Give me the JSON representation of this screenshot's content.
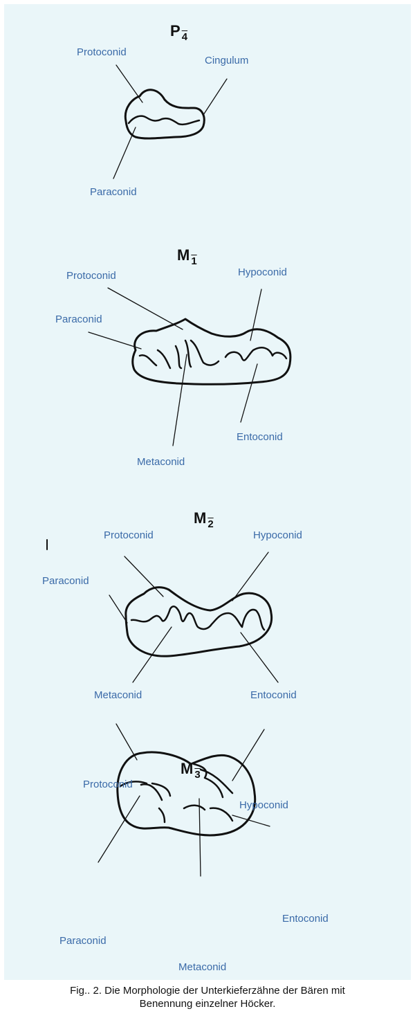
{
  "figure": {
    "teeth": [
      {
        "title": "P",
        "subscript": "4",
        "labels": [
          "Protoconid",
          "Cingulum",
          "Paraconid"
        ]
      },
      {
        "title": "M",
        "subscript": "1",
        "labels": [
          "Protoconid",
          "Hypoconid",
          "Paraconid",
          "Entoconid",
          "Metaconid"
        ]
      },
      {
        "title": "M",
        "subscript": "2",
        "labels": [
          "Protoconid",
          "Hypoconid",
          "Paraconid",
          "Metaconid",
          "Entoconid"
        ]
      },
      {
        "title": "M",
        "subscript": "3",
        "labels": [
          "Protoconid",
          "Hypoconid",
          "Entoconid",
          "Paraconid",
          "Metaconid"
        ]
      }
    ]
  },
  "caption": {
    "line1": "Fig.. 2. Die Morphologie der Unterkieferzähne der Bären mit",
    "line2": "Benennung  einzelner Höcker."
  },
  "colors": {
    "panel_background": "#eaf6f9",
    "label_text": "#3a6aa8",
    "drawing_ink": "#111111"
  }
}
